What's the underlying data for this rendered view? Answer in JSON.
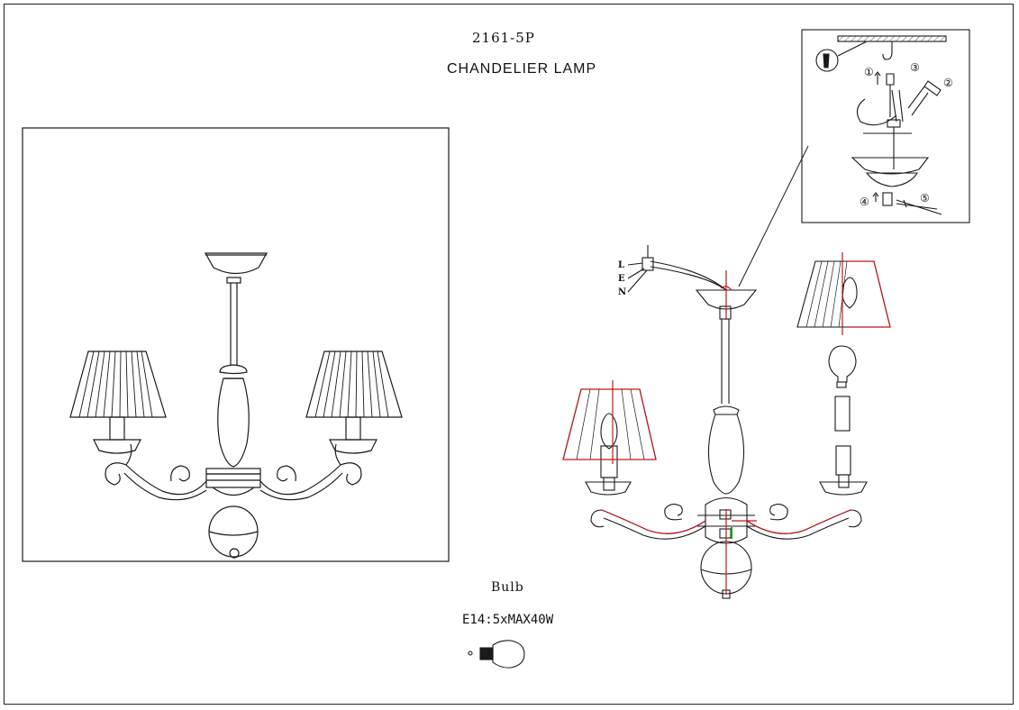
{
  "document": {
    "model": "2161-5P",
    "title": "CHANDELIER LAMP"
  },
  "wiring": {
    "labels": [
      "L",
      "E",
      "N"
    ]
  },
  "installation_steps": {
    "s1": "①",
    "s2": "②",
    "s3": "③",
    "s4": "④",
    "s5": "⑤"
  },
  "bulb": {
    "label": "Bulb",
    "spec": "E14:5xMAX40W"
  },
  "colors": {
    "line": "#1a1a1a",
    "accent_red": "#c0181c",
    "accent_green": "#1aa01a"
  }
}
